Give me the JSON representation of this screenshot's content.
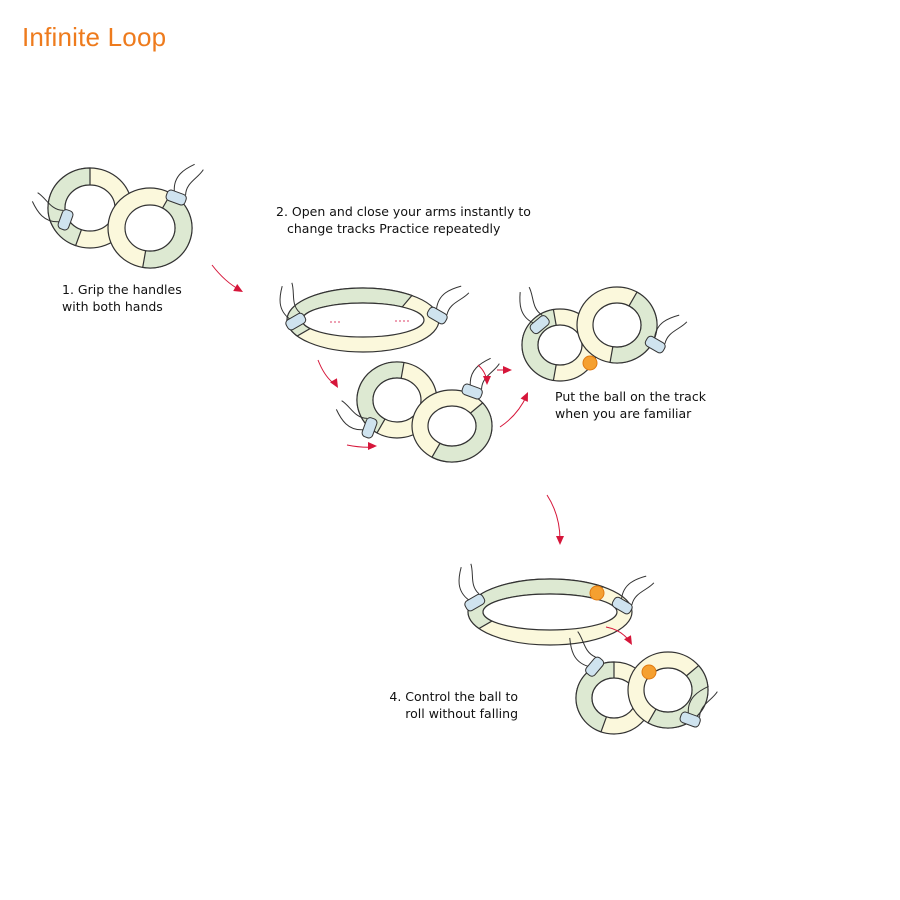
{
  "title": "Infinite Loop",
  "steps": [
    {
      "lines": [
        "1. Grip the handles",
        "with both hands"
      ]
    },
    {
      "lines": [
        "2. Open and close your arms instantly to",
        "change tracks Practice repeatedly"
      ]
    },
    {
      "lines": [
        "Put the ball on the track",
        "when you are familiar"
      ]
    },
    {
      "lines": [
        "4. Control the ball to",
        "roll without falling"
      ]
    }
  ],
  "colors": {
    "title": "#ee7b1d",
    "arrow": "#d6163a",
    "track_yellow": "#fbf8dc",
    "track_green": "#dde9d2",
    "handle": "#cfe3ef",
    "ball": "#f5a030"
  }
}
